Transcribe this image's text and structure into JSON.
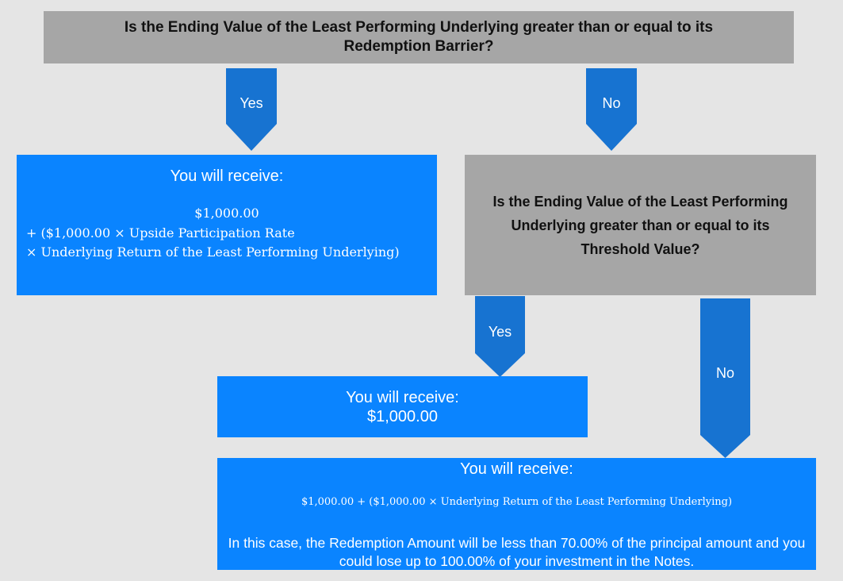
{
  "question1": {
    "text": "Is the Ending Value of the Least Performing Underlying greater than or equal to its Redemption Barrier?"
  },
  "arrows": {
    "q1_yes": "Yes",
    "q1_no": "No",
    "q2_yes": "Yes",
    "q2_no": "No"
  },
  "result1": {
    "heading": "You will receive:",
    "line1": "$1,000.00",
    "line2": "+ ($1,000.00 × Upside Participation Rate",
    "line3": "× Underlying Return of the Least Performing Underlying)"
  },
  "question2": {
    "text": "Is the Ending Value of the Least Performing Underlying greater than or equal to its Threshold Value?"
  },
  "result2": {
    "heading": "You will receive:",
    "amount": "$1,000.00"
  },
  "result3": {
    "heading": "You will receive:",
    "formula": "$1,000.00 + ($1,000.00 × Underlying Return of the Least Performing Underlying)",
    "note": "In this case, the Redemption Amount will be less than 70.00% of the principal amount and you could lose up to 100.00% of your investment in the Notes."
  },
  "colors": {
    "question_box": "#a6a6a6",
    "result_box": "#0a84ff",
    "arrow": "#1773d1",
    "background": "#e5e5e5"
  }
}
